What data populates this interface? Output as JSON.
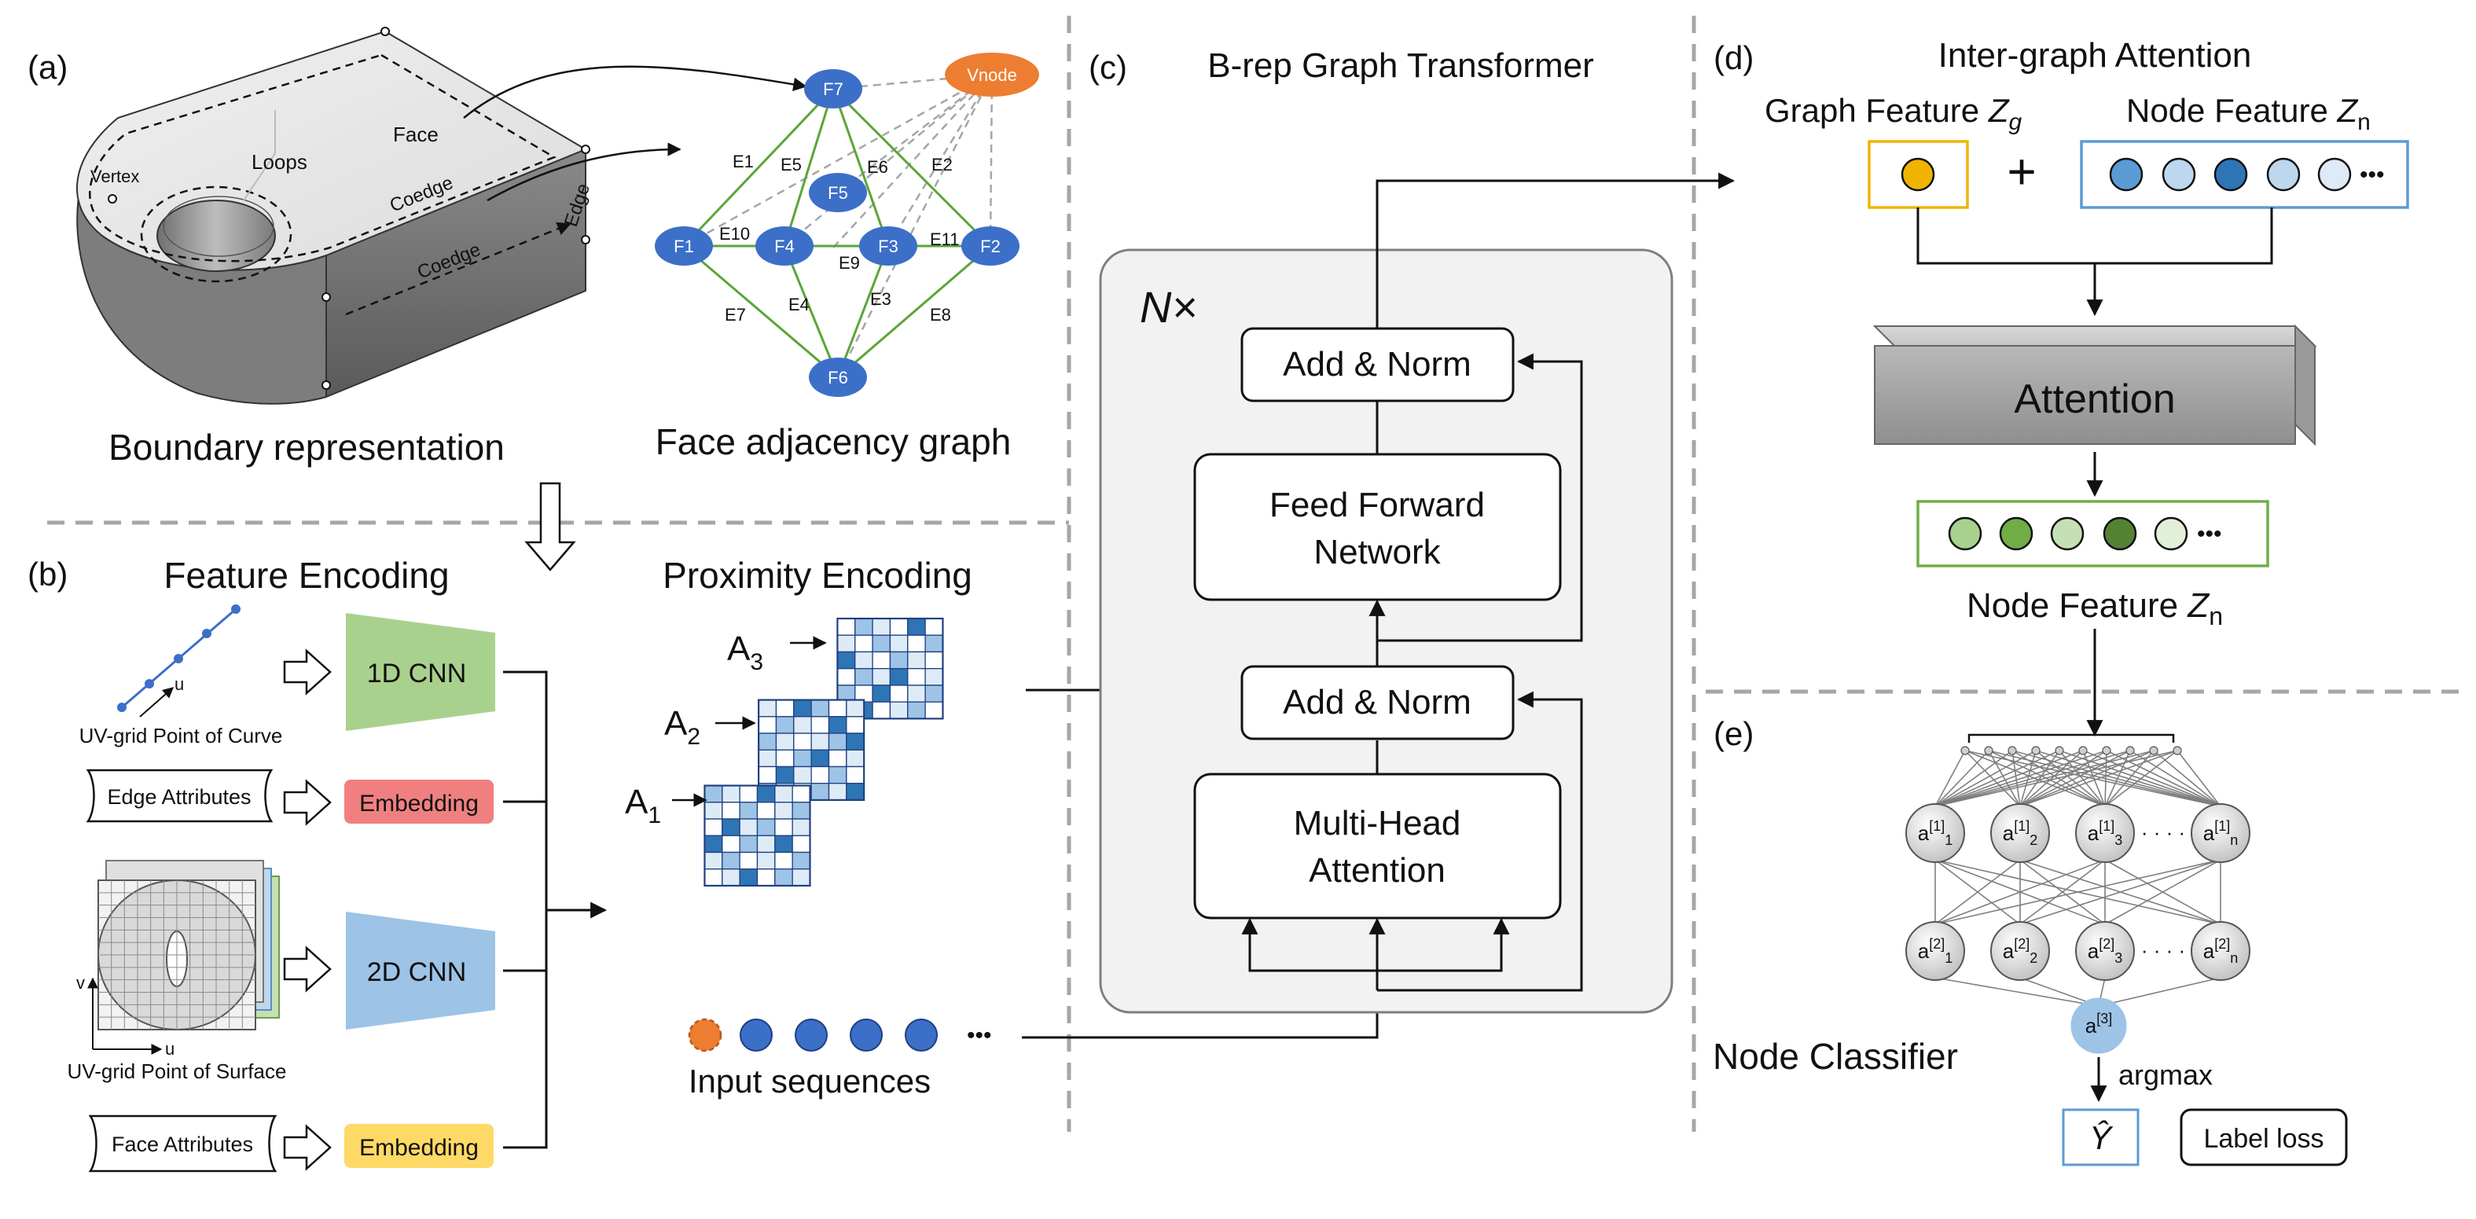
{
  "panels": {
    "a": {
      "label": "(a)",
      "brep_caption": "Boundary representation",
      "fag_caption": "Face adjacency graph",
      "brep_labels": {
        "face": "Face",
        "loops": "Loops",
        "vertex": "Vertex",
        "coedge1": "Coedge",
        "coedge2": "Coedge",
        "edge": "Edge"
      }
    },
    "b": {
      "label": "(b)",
      "feature_title": "Feature Encoding",
      "proximity_title": "Proximity Encoding",
      "curve_caption": "UV-grid Point of Curve",
      "curve_axis": "u",
      "edge_attr": "Edge Attributes",
      "face_attr": "Face Attributes",
      "surface_caption": "UV-grid Point of Surface",
      "surface_axis_v": "v",
      "surface_axis_u": "u",
      "cnn1d": "1D CNN",
      "cnn2d": "2D CNN",
      "embed_edge": "Embedding",
      "embed_face": "Embedding",
      "matrices": [
        {
          "base": "A",
          "sub": "3"
        },
        {
          "base": "A",
          "sub": "2"
        },
        {
          "base": "A",
          "sub": "1"
        }
      ],
      "input_caption": "Input sequences",
      "ellipsis": "•••"
    },
    "c": {
      "label": "(c)",
      "title": "B-rep Graph Transformer",
      "repeat": "N×",
      "add_norm_top": "Add & Norm",
      "ffn_line1": "Feed Forward",
      "ffn_line2": "Network",
      "add_norm_bottom": "Add & Norm",
      "mha_line1": "Multi-Head",
      "mha_line2": "Attention"
    },
    "d": {
      "label": "(d)",
      "title": "Inter-graph Attention",
      "graph_feature": "Graph Feature ",
      "graph_feature_symbol": "Z",
      "graph_feature_sub": "g",
      "node_feature": "Node Feature ",
      "node_feature_symbol": "Z",
      "node_feature_sub": "n",
      "plus": "+",
      "attention": "Attention",
      "ellipsis": "•••",
      "output_label": "Node Feature ",
      "output_symbol": "Z",
      "output_sub": "n"
    },
    "e": {
      "label": "(e)",
      "classifier": "Node Classifier",
      "argmax": "argmax",
      "label_loss": "Label loss",
      "y_hat": "Ŷ",
      "layer1": [
        "1",
        "2",
        "3",
        "n"
      ],
      "layer2": [
        "1",
        "2",
        "3",
        "n"
      ],
      "layer1_sup": "[1]",
      "layer2_sup": "[2]",
      "out_node": "a",
      "out_sup": "[3]",
      "dots": "· · · ·"
    }
  },
  "graph": {
    "nodes": [
      "F7",
      "F5",
      "F1",
      "F4",
      "F3",
      "F2",
      "F6"
    ],
    "virtual_node": "Vnode",
    "edges": [
      "E1",
      "E5",
      "E6",
      "E2",
      "E10",
      "E9",
      "E11",
      "E4",
      "E3",
      "E7",
      "E8"
    ]
  },
  "colors": {
    "accent_blue": "#4472c4",
    "node_blue": "#3c6fc8",
    "vnode_orange": "#ed7d31",
    "graph_edge_green": "#5aa637",
    "dashed_gray": "#a6a6a6",
    "cnn_green": "#a9d18e",
    "cnn_blue": "#9dc3e6",
    "embed_red": "#f08080",
    "embed_yellow": "#ffd966",
    "box_gray": "#f2f2f2",
    "output_green": "#70ad47",
    "graph_feat_yellow": "#f0b400"
  }
}
